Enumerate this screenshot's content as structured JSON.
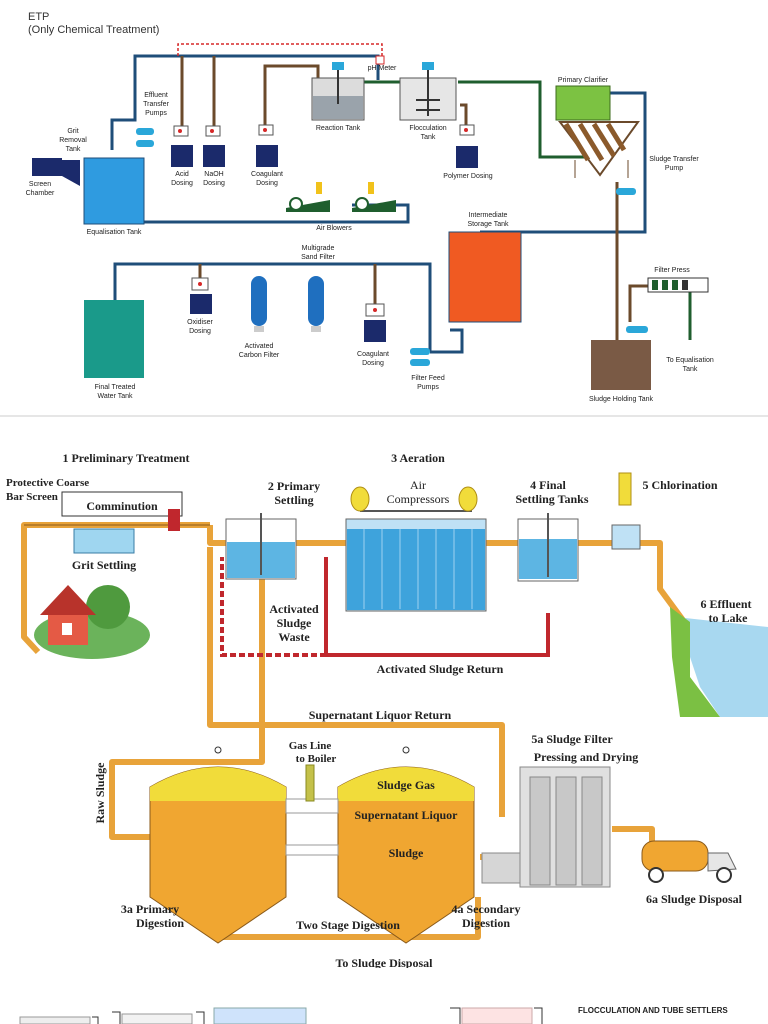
{
  "etp": {
    "title": "ETP",
    "subtitle": "(Only Chemical Treatment)",
    "labels": {
      "effluent_pumps_1": "Effluent",
      "effluent_pumps_2": "Transfer",
      "effluent_pumps_3": "Pumps",
      "grit_1": "Grit",
      "grit_2": "Removal",
      "grit_3": "Tank",
      "screen_1": "Screen",
      "screen_2": "Chamber",
      "equalisation": "Equalisation Tank",
      "acid_1": "Acid",
      "acid_2": "Dosing",
      "naoh_1": "NaOH",
      "naoh_2": "Dosing",
      "coag_1": "Coagulant",
      "coag_2": "Dosing",
      "air_blowers": "Air Blowers",
      "reaction": "Reaction Tank",
      "ph_meter": "pH Meter",
      "floc_1": "Flocculation",
      "floc_2": "Tank",
      "polymer": "Polymer Dosing",
      "primary_clarifier": "Primary Clarifier",
      "sludge_transfer_1": "Sludge Transfer",
      "sludge_transfer_2": "Pump",
      "intermediate_1": "Intermediate",
      "intermediate_2": "Storage Tank",
      "multigrade_1": "Multigrade",
      "multigrade_2": "Sand Filter",
      "oxidiser_1": "Oxidiser",
      "oxidiser_2": "Dosing",
      "activated_1": "Activated",
      "activated_2": "Carbon Filter",
      "coag2_1": "Coagulant",
      "coag2_2": "Dosing",
      "filter_feed_1": "Filter Feed",
      "filter_feed_2": "Pumps",
      "final_1": "Final Treated",
      "final_2": "Water Tank",
      "filter_press": "Filter Press",
      "to_eq_1": "To Equalisation",
      "to_eq_2": "Tank",
      "sludge_holding": "Sludge Holding Tank"
    }
  },
  "wwtp": {
    "labels": {
      "preliminary": "1 Preliminary Treatment",
      "protective_1": "Protective Coarse",
      "protective_2": "Bar Screen",
      "comminution": "Comminution",
      "grit_settling": "Grit Settling",
      "primary_settling_1": "2 Primary",
      "primary_settling_2": "Settling",
      "aeration": "3 Aeration",
      "air_1": "Air",
      "air_2": "Compressors",
      "final_settling_1": "4 Final",
      "final_settling_2": "Settling Tanks",
      "chlorination": "5 Chlorination",
      "effluent_1": "6 Effluent",
      "effluent_2": "to Lake",
      "sludge_waste_1": "Activated",
      "sludge_waste_2": "Sludge",
      "sludge_waste_3": "Waste",
      "sludge_return": "Activated Sludge Return",
      "supernatant_return": "Supernatant Liquor Return",
      "raw_sludge": "Raw Sludge",
      "gas_line_1": "Gas Line",
      "gas_line_2": "to Boiler",
      "sludge_gas": "Sludge Gas",
      "supernatant_liquor": "Supernatant Liquor",
      "sludge": "Sludge",
      "filter_1": "5a Sludge Filter",
      "filter_2": "Pressing and Drying",
      "primary_digestion_1": "3a Primary",
      "primary_digestion_2": "Digestion",
      "two_stage": "Two Stage Digestion",
      "secondary_digestion_1": "4a Secondary",
      "secondary_digestion_2": "Digestion",
      "sludge_disposal_a": "6a Sludge Disposal",
      "to_sludge_disposal": "To Sludge Disposal"
    }
  },
  "bottom": {
    "title": "FLOCCULATION AND TUBE SETTLERS"
  },
  "colors": {
    "pipe_blue": "#1f4e79",
    "pipe_brown": "#6b4a2b",
    "pipe_green": "#1f5e2e",
    "tank_blue": "#2f9be0",
    "tank_teal": "#1a9a8a",
    "tank_orange": "#f05a22",
    "tank_brown": "#7a5a45",
    "clarifier_green": "#7cc242",
    "dosing_navy": "#1b2a6b",
    "pipe_orange": "#e8a33a",
    "digester": "#f0a631",
    "gas_yellow": "#f1dc3a",
    "return_red": "#c0272d"
  }
}
